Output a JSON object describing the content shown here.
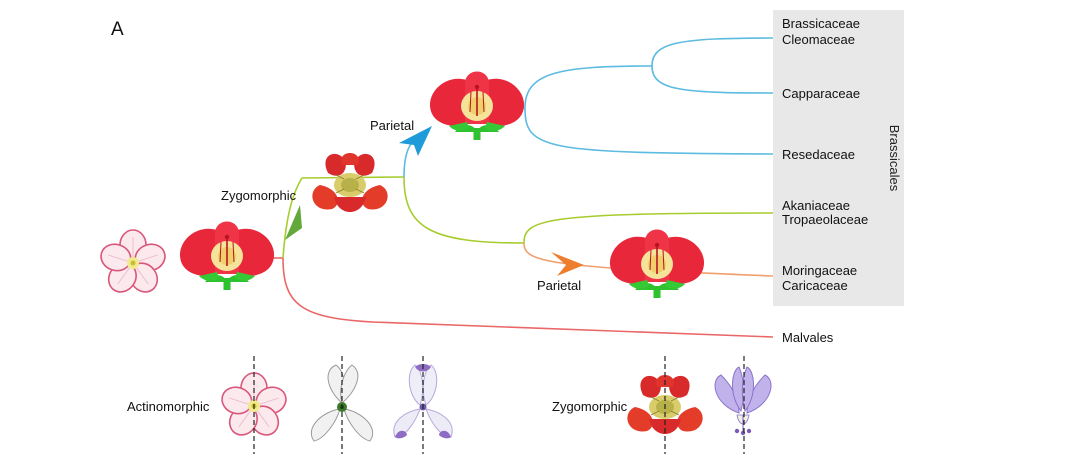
{
  "panel": {
    "letter": "A"
  },
  "group": {
    "label": "Brassicales",
    "box_color": "#e8e8e8"
  },
  "taxa": {
    "brassicaceae": "Brassicaceae",
    "cleomaceae": "Cleomaceae",
    "capparaceae": "Capparaceae",
    "resedaceae": "Resedaceae",
    "akaniaceae": "Akaniaceae",
    "tropaeolaceae": "Tropaeolaceae",
    "moringaceae": "Moringaceae",
    "caricaceae": "Caricaceae",
    "malvales": "Malvales"
  },
  "transitions": {
    "zygomorphic": "Zygomorphic",
    "parietal_upper": "Parietal",
    "parietal_lower": "Parietal"
  },
  "legend": {
    "actinomorphic": "Actinomorphic",
    "zygomorphic": "Zygomorphic"
  },
  "colors": {
    "blue_branch": "#5bbbe0",
    "green_branch": "#a6cc2e",
    "orange_branch": "#f0a06e",
    "red_branch": "#ea6767",
    "arrow_green": "#62a83a",
    "arrow_blue": "#1e9bd8",
    "arrow_orange": "#ee7d2e",
    "petal_red": "#e8283a",
    "sepal_green": "#2ec22e"
  }
}
